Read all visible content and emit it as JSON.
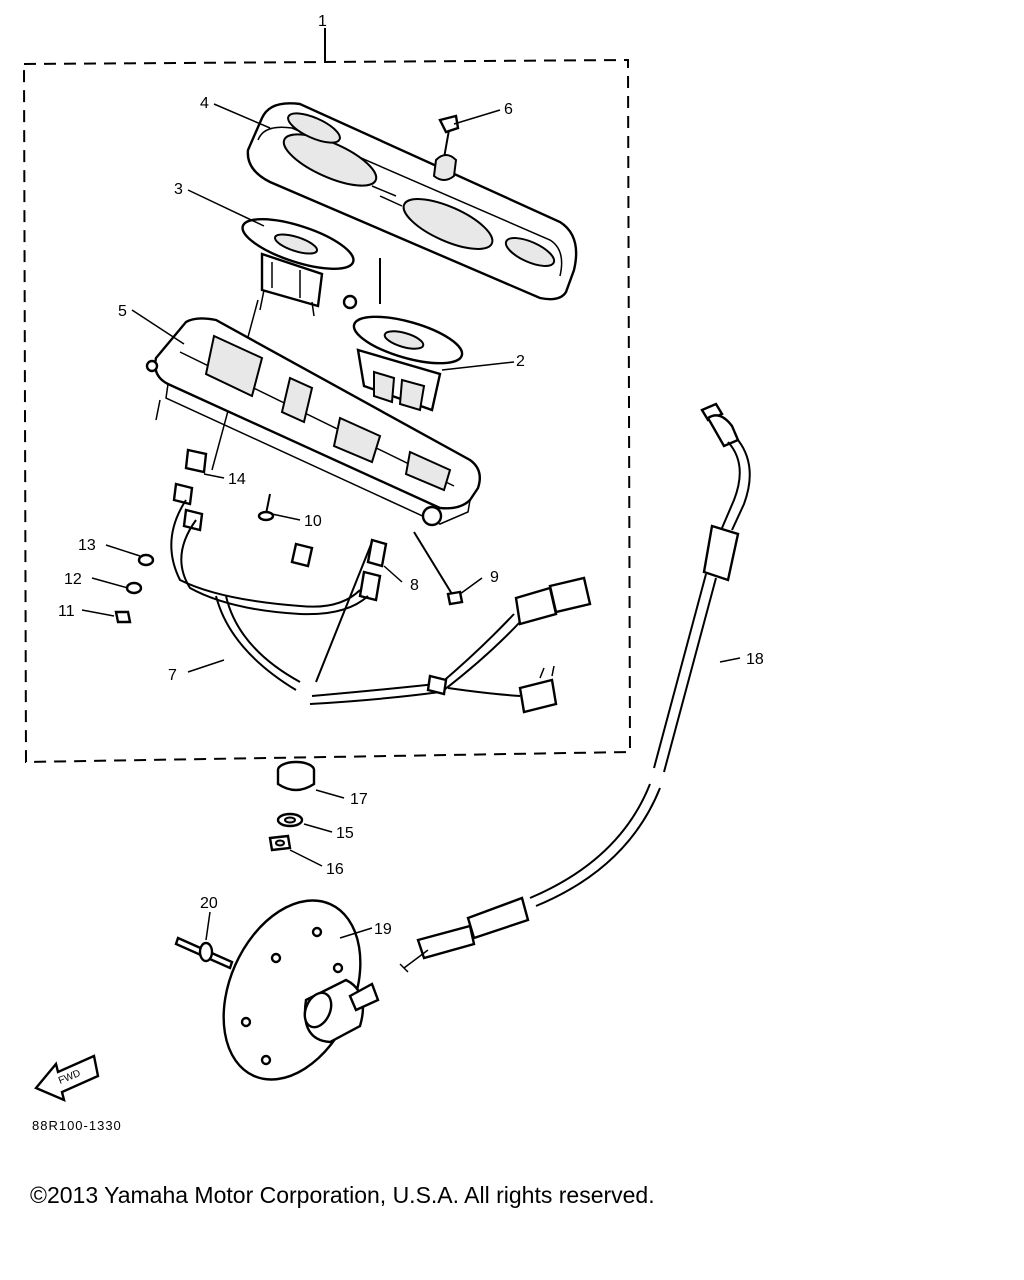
{
  "figure": {
    "group_label": "1",
    "code": "88R100-1330",
    "fwd_label": "FWD",
    "callouts": [
      "2",
      "3",
      "4",
      "5",
      "6",
      "7",
      "8",
      "9",
      "10",
      "11",
      "12",
      "13",
      "14",
      "15",
      "16",
      "17",
      "18",
      "19",
      "20"
    ]
  },
  "copyright": "©2013 Yamaha Motor Corporation, U.S.A. All rights reserved."
}
